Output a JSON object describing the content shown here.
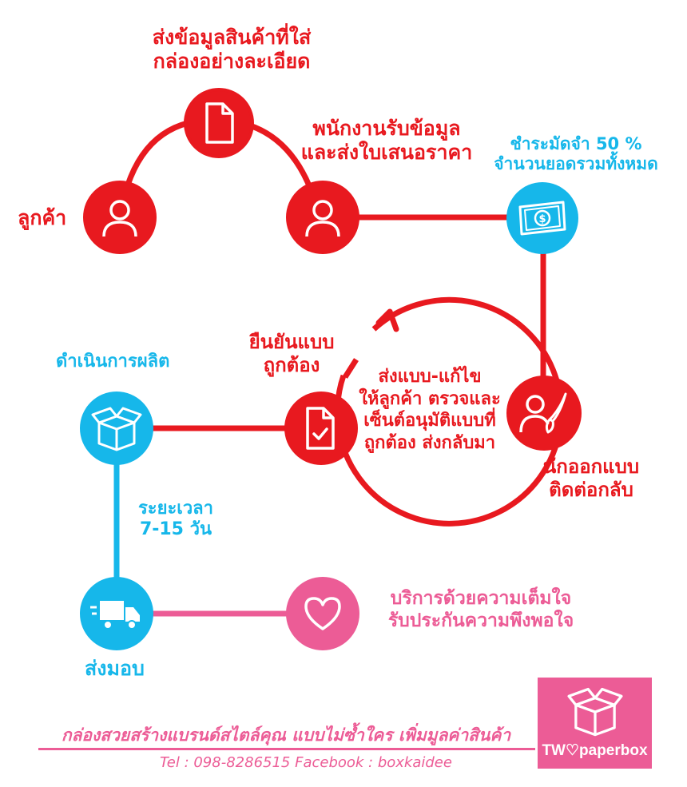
{
  "steps": {
    "customer": {
      "label": "ลูกค้า"
    },
    "send_info": {
      "line1": "ส่งข้อมูลสินค้าที่ใส่",
      "line2": "กล่องอย่างละเอียด"
    },
    "staff": {
      "line1": "พนักงานรับข้อมูล",
      "line2": "และส่งใบเสนอราคา"
    },
    "deposit": {
      "line1": "ชำระมัดจำ 50 %",
      "line2": "จำนวนยอดรวมทั้งหมด"
    },
    "designer": {
      "line1": "นักออกแบบ",
      "line2": "ติดต่อกลับ"
    },
    "cycle_note": {
      "line1": "ส่งแบบ-แก้ไข",
      "line2": "ให้ลูกค้า ตรวจและ",
      "line3": "เซ็นต์อนุมัติแบบที่",
      "line4": "ถูกต้อง ส่งกลับมา"
    },
    "confirm": {
      "line1": "ยืนยันแบบ",
      "line2": "ถูกต้อง"
    },
    "production": {
      "label": "ดำเนินการผลิต"
    },
    "duration": {
      "line1": "ระยะเวลา",
      "line2": "7-15 วัน"
    },
    "delivery": {
      "label": "ส่งมอบ"
    },
    "service": {
      "line1": "บริการด้วยความเต็มใจ",
      "line2": "รับประกันความพึงพอใจ"
    }
  },
  "footer": {
    "slogan": "กล่องสวยสร้างแบรนด์สไตล์คุณ แบบไม่ซ้ำใคร เพิ่มมูลค่าสินค้า",
    "contact": "Tel : 098-8286515  Facebook : boxkaidee",
    "brand": "TW♡paperbox"
  },
  "colors": {
    "red": "#e8191f",
    "cyan": "#16b7ea",
    "pink": "#ec5c96",
    "white": "#ffffff"
  },
  "icons": {
    "customer": "user-icon",
    "send_info": "document-icon",
    "staff": "user-icon",
    "deposit": "money-icon",
    "designer": "designer-brush-icon",
    "confirm": "document-check-icon",
    "production": "box-icon",
    "delivery": "truck-icon",
    "service": "heart-icon",
    "brand": "box-icon"
  }
}
